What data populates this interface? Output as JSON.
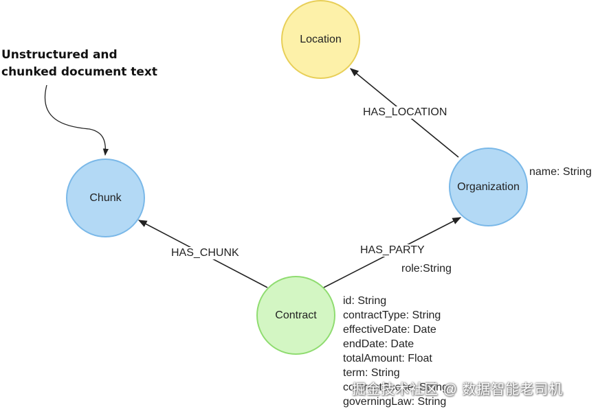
{
  "annotation": {
    "line1": "Unstructured and",
    "line2": "chunked document text"
  },
  "nodes": {
    "location": "Location",
    "chunk": "Chunk",
    "organization": "Organization",
    "contract": "Contract"
  },
  "relationships": {
    "has_location": "HAS_LOCATION",
    "has_chunk": "HAS_CHUNK",
    "has_party": "HAS_PARTY"
  },
  "relationship_properties": {
    "has_party_role": "role:String"
  },
  "organization_properties": [
    "name: String"
  ],
  "contract_properties": [
    "id: String",
    "contractType: String",
    "effectiveDate: Date",
    "endDate: Date",
    "totalAmount: Float",
    "term: String",
    "contractScope: String",
    "governingLaw: String"
  ],
  "watermark": "掘金技术社区 @ 数据智能老司机",
  "colors": {
    "location_fill": "#fdf1a9",
    "location_border": "#e8cf58",
    "chunk_fill": "#b3d9f5",
    "organization_fill": "#b3d9f5",
    "contract_fill": "#d3f6c3",
    "contract_border": "#8fdc70",
    "edge": "#222222"
  }
}
